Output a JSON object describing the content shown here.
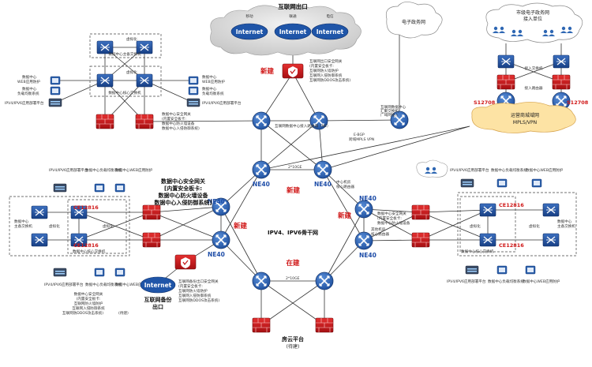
{
  "internet_exit": {
    "title": "互联网出口",
    "carriers": [
      "移动",
      "联通",
      "电信"
    ],
    "cloud_label": "Internet",
    "new_label": "新建",
    "gateway_note": [
      "互联网出口安全网关",
      "(内置安全板卡:",
      "互联网防火墙防护",
      "互联网入侵防御系统",
      "互联网防DDOS攻击系统)"
    ],
    "router_note": "互联网数据中心接入路由器（NE）"
  },
  "egov": {
    "title": "电子政务网"
  },
  "city_units": {
    "title": [
      "市级电子政务网",
      "接入单位"
    ],
    "access_switch": "接入交换机",
    "access_router": "接入路由器",
    "s12708_left": "S12708",
    "s12708_right": "S12708"
  },
  "wan": {
    "label": [
      "运营商城域网",
      "MPLS/VPN"
    ]
  },
  "mpls_links": {
    "cloud_link": [
      "互联网数据中心",
      "汇聚交换机",
      "广域网接入"
    ],
    "ebgp": [
      "E-BGP",
      "跨域MPLS VPN"
    ]
  },
  "core": {
    "ne40_top_left": "NE40",
    "ne40_top_right": "NE40",
    "ne40_mid_left": "NE40",
    "ne40_mid_left2": "NE40",
    "ne40_mid_right": "NE40",
    "ne40_mid_right2": "NE40",
    "backbone": "IPV4、IPV6骨干网",
    "new_core": "新建",
    "new_left": "新建",
    "new_right": "新建",
    "building": "在建",
    "link_10ge": "2*10GE",
    "core_note": [
      "中心机房",
      "核心路由器"
    ]
  },
  "topleft_dc": {
    "title": "虚拟化",
    "spine_label": "数据中心主备交换机",
    "core_label": "数据中心核心交换机",
    "items": [
      "数据中心",
      "WEB应用防护",
      "数据中心",
      "负载均衡系统",
      "IPV4/IPV6应用部署平台"
    ],
    "fw_note": [
      "数据中心安全网关",
      "(内置安全板卡:",
      "数据中心防火墙设备",
      "数据中心入侵防御系统)"
    ]
  },
  "left_dc": {
    "sec_gateway": [
      "数据中心安全网关",
      "[内置安全板卡:",
      "数据中心防火墙设备",
      "数据中心入侵防御系统]"
    ],
    "ce_top": "CE12816",
    "ce_bottom": "CE12816",
    "virt": "虚拟化",
    "core_sw": "数据中心核心交换机",
    "master": [
      "数据中心",
      "主备交换机"
    ],
    "top_items": [
      "IPV4/IPV6应用部署平台",
      "数据中心负载均衡系统",
      "数据中心WEB应用防护"
    ],
    "bottom_items": [
      "IPV4/IPV6应用部署平台",
      "数据中心负载均衡系统",
      "数据中心WEB应用防护"
    ],
    "bottom_note": [
      "数据中心安全网关",
      "(内置安全板卡:",
      "互联网防火墙防护",
      "互联网入侵防御系统",
      "互联网防DDOS攻击系统)",
      "(待建)"
    ],
    "internet": "Internet",
    "internet_backup": [
      "互联网备份",
      "出口"
    ],
    "backup_gw_note": [
      "互联网备份出口安全网关",
      "(内置安全板卡:",
      "互联网防火墙防护",
      "互联网入侵防御系统",
      "互联网防DDOS攻击系统)"
    ]
  },
  "right_dc": {
    "ce_top": "CE12816",
    "ce_bottom": "CE12816",
    "virt": "虚拟化",
    "core_sw": "数据中心核心交换机",
    "master": [
      "数据中心",
      "主备交换机"
    ],
    "top_items": [
      "IPV4/IPV6应用部署平台",
      "数据中心负载均衡系统",
      "数据中心WEB应用防护"
    ],
    "bottom_items": [
      "IPV4/IPV6应用部署平台",
      "数据中心负载均衡系统",
      "数据中心WEB应用防护"
    ],
    "sec_note": [
      "数据中心安全网关",
      "(内置安全板卡:",
      "数据中心防火墙设备",
      "数据中心入侵防御系统)"
    ],
    "hub_note": [
      "其他机房",
      "核心路由器"
    ]
  },
  "bottom": {
    "platform": [
      "房云平台",
      "(待建)"
    ],
    "link": "2*10GE"
  }
}
